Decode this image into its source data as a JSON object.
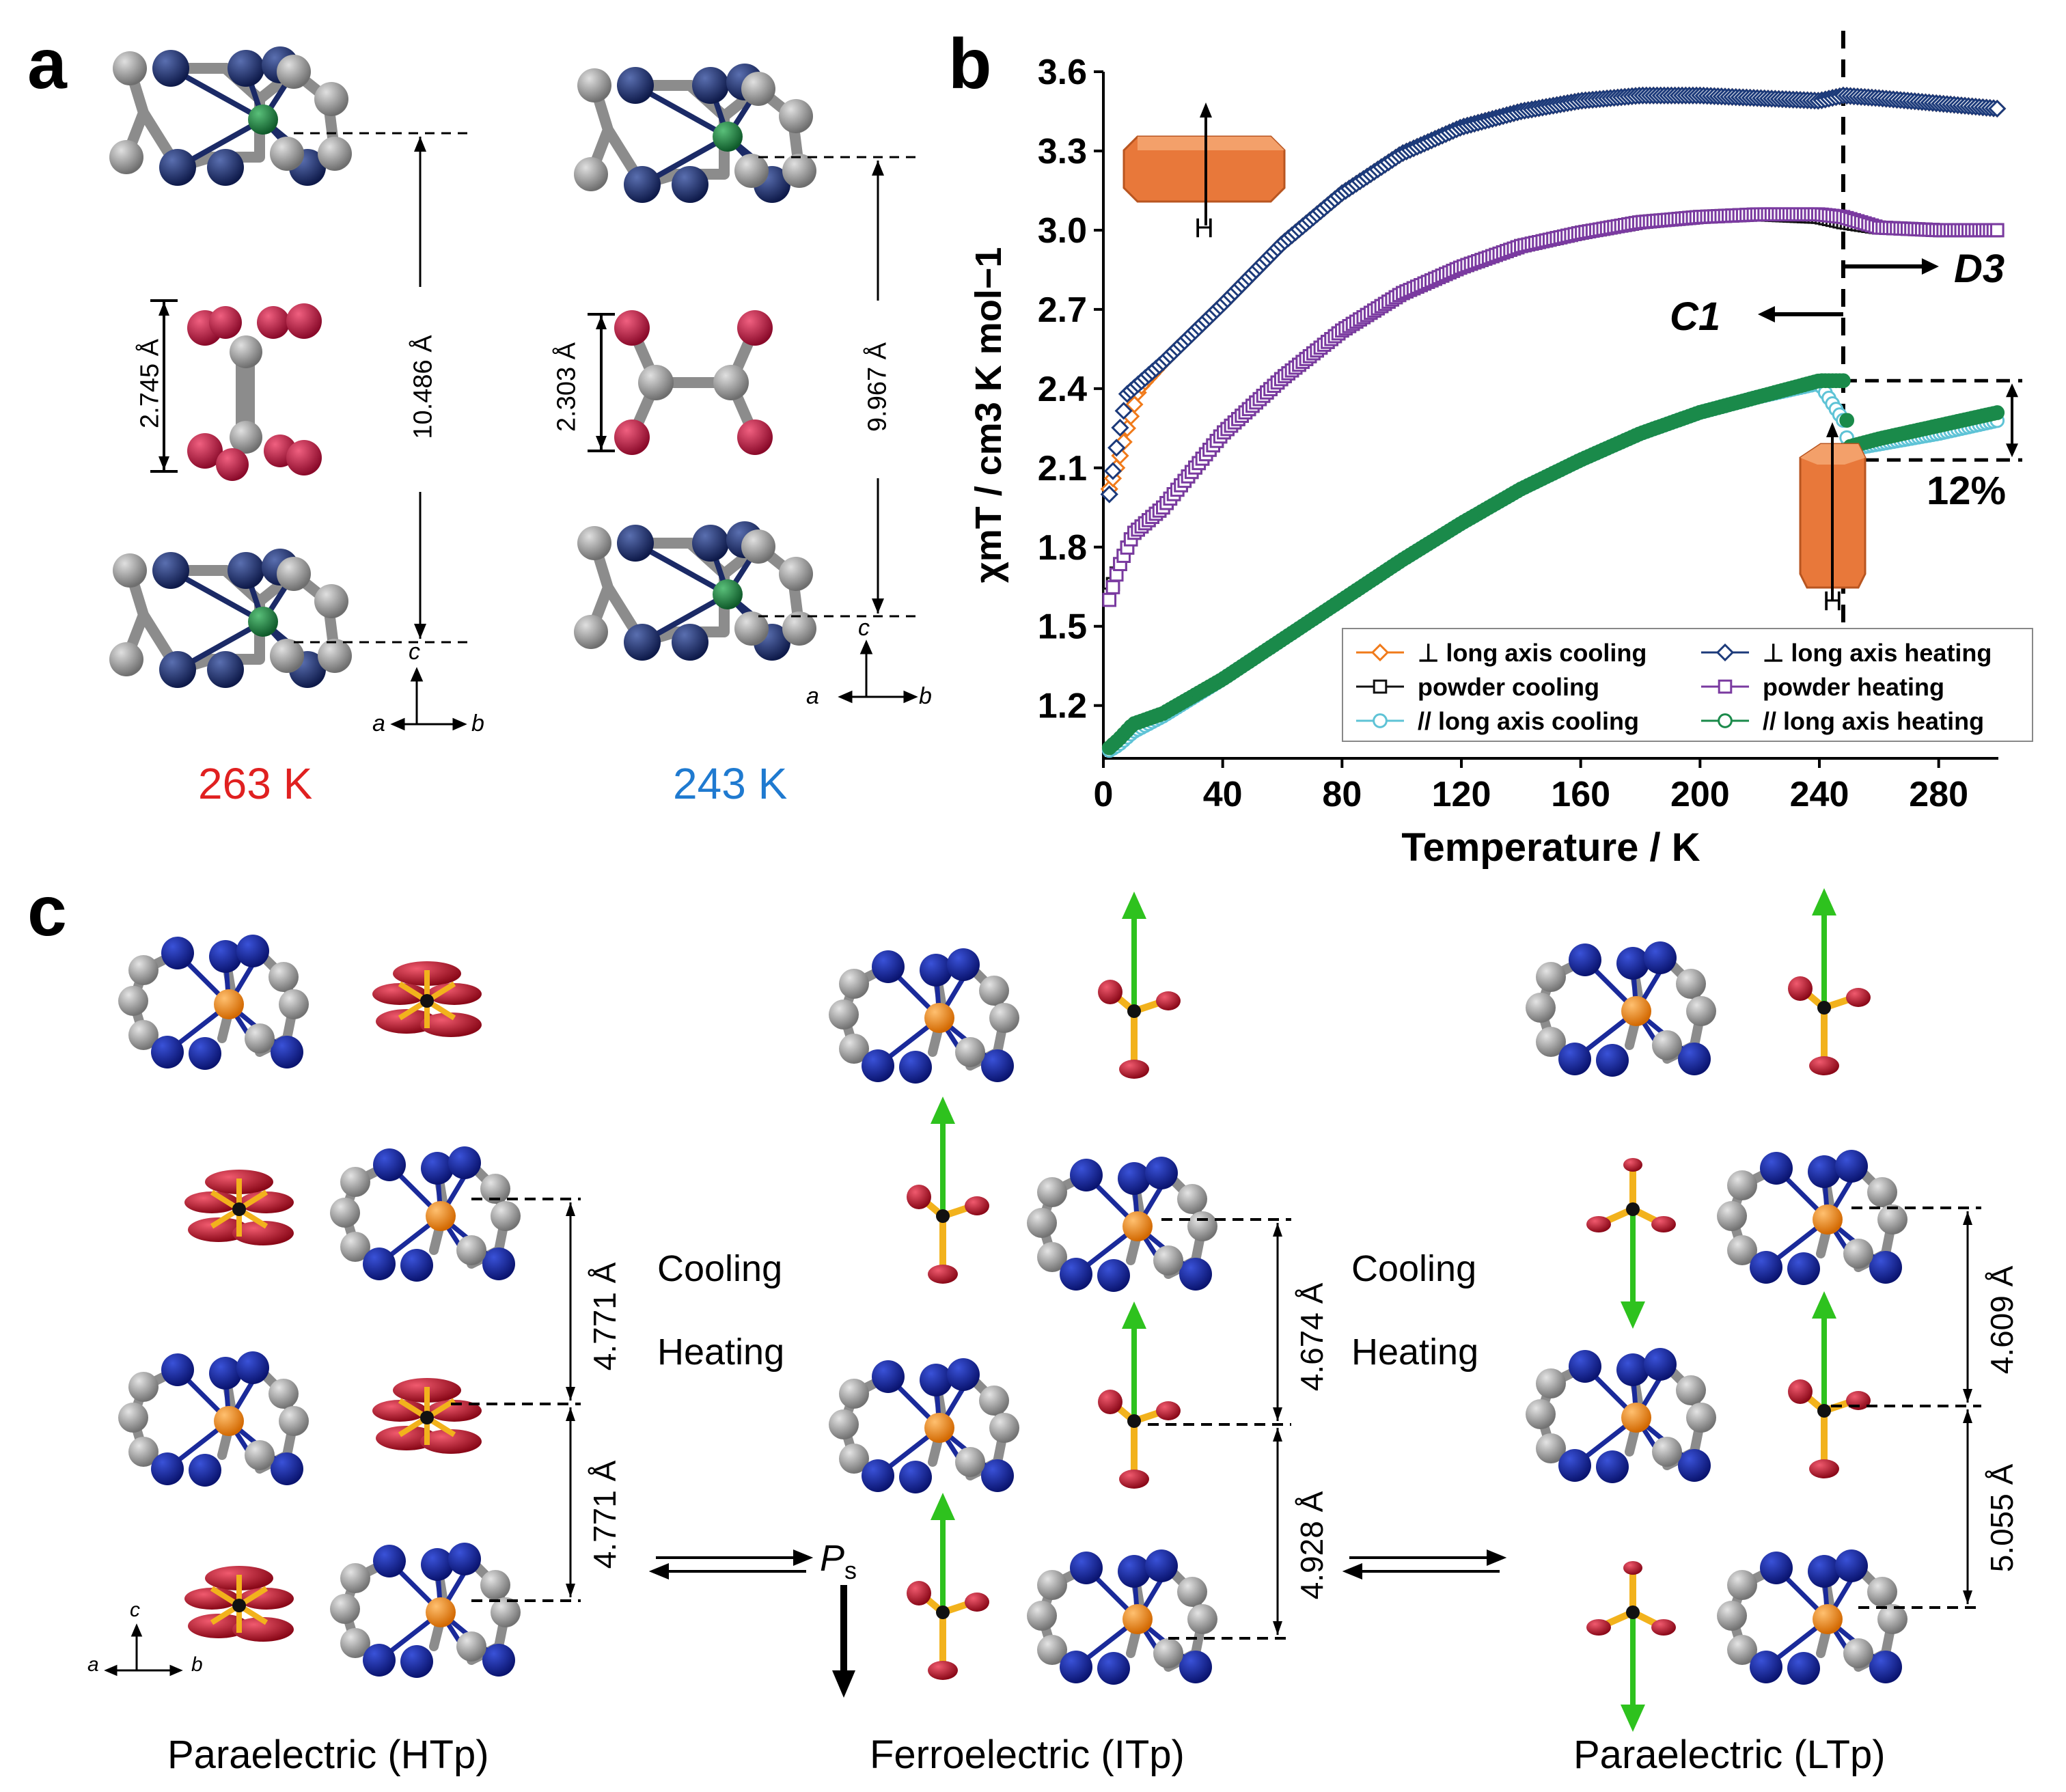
{
  "panels": {
    "a": {
      "letter": "a",
      "left": {
        "temperature": "263 K",
        "temperature_color": "#e02020",
        "cc_distance": "2.745 Å",
        "interlayer": "10.486 Å"
      },
      "right": {
        "temperature": "243 K",
        "temperature_color": "#1f7ad0",
        "cc_distance": "2.303 Å",
        "interlayer": "9.967 Å"
      },
      "axes": {
        "a": "a",
        "b": "b",
        "c": "c"
      }
    },
    "b": {
      "letter": "b",
      "annotations": {
        "c1": "C1",
        "d3": "D3",
        "drop": "12%",
        "field": "H"
      }
    },
    "c": {
      "letter": "c",
      "phases": [
        {
          "label": "Paraelectric (HTp)",
          "distances": [
            "4.771 Å",
            "4.771 Å"
          ]
        },
        {
          "label": "Ferroelectric (ITp)",
          "distances": [
            "4.674 Å",
            "4.928 Å"
          ]
        },
        {
          "label": "Paraelectric (LTp)",
          "distances": [
            "4.609 Å",
            "5.055 Å"
          ]
        }
      ],
      "transition_labels": {
        "cooling": "Cooling",
        "heating": "Heating"
      },
      "polarization": {
        "symbol": "P",
        "subscript": "s"
      },
      "axes": {
        "a": "a",
        "b": "b",
        "c": "c"
      }
    }
  },
  "colors": {
    "nitrogen": "#16245e",
    "carbon": "#8c8c8c",
    "metal_a": "#1f7a3a",
    "metal_c": "#f08a1c",
    "oxygen": "#c0143c",
    "sulfur": "#f2b21c",
    "polar_arrow": "#2ec21e"
  },
  "chart_data": {
    "type": "scatter",
    "xlabel": "Temperature / K",
    "ylabel": "χmT / cm3 K mol−1",
    "xlim": [
      0,
      300
    ],
    "ylim": [
      1.0,
      3.6
    ],
    "xticks": [
      0,
      40,
      80,
      120,
      160,
      200,
      240,
      280
    ],
    "yticks": [
      1.2,
      1.5,
      1.8,
      2.1,
      2.4,
      2.7,
      3.0,
      3.3,
      3.6
    ],
    "transition_temperature": 248,
    "legend_position": "bottom-right",
    "grid": false,
    "series": [
      {
        "name": "⊥ long axis cooling",
        "color": "#f07a1a",
        "marker": "diamond",
        "x": [
          2,
          5,
          8,
          12,
          20,
          40,
          60,
          80,
          100,
          120,
          140,
          160,
          180,
          200,
          220,
          240,
          248,
          260,
          280,
          300
        ],
        "y": [
          2.02,
          2.12,
          2.25,
          2.4,
          2.5,
          2.72,
          2.95,
          3.14,
          3.29,
          3.39,
          3.45,
          3.49,
          3.51,
          3.51,
          3.5,
          3.49,
          3.51,
          3.5,
          3.48,
          3.46
        ]
      },
      {
        "name": "⊥ long axis heating",
        "color": "#1c3a7a",
        "marker": "diamond",
        "x": [
          2,
          5,
          8,
          12,
          20,
          40,
          60,
          80,
          100,
          120,
          140,
          160,
          180,
          200,
          220,
          240,
          248,
          260,
          280,
          300
        ],
        "y": [
          2.0,
          2.22,
          2.38,
          2.42,
          2.5,
          2.72,
          2.95,
          3.14,
          3.29,
          3.39,
          3.45,
          3.49,
          3.51,
          3.51,
          3.5,
          3.49,
          3.51,
          3.5,
          3.48,
          3.46
        ]
      },
      {
        "name": "powder cooling",
        "color": "#111111",
        "marker": "square",
        "x": [
          2,
          5,
          10,
          20,
          40,
          60,
          80,
          100,
          120,
          140,
          160,
          180,
          200,
          220,
          240,
          248,
          260,
          280,
          300
        ],
        "y": [
          1.62,
          1.72,
          1.85,
          1.95,
          2.23,
          2.44,
          2.62,
          2.76,
          2.86,
          2.94,
          2.99,
          3.03,
          3.05,
          3.06,
          3.05,
          3.03,
          3.01,
          3.0,
          3.0
        ]
      },
      {
        "name": "powder heating",
        "color": "#7a3aa0",
        "marker": "square",
        "x": [
          2,
          5,
          10,
          20,
          40,
          60,
          80,
          100,
          120,
          140,
          160,
          180,
          200,
          220,
          240,
          248,
          260,
          280,
          300
        ],
        "y": [
          1.6,
          1.72,
          1.85,
          1.95,
          2.23,
          2.44,
          2.62,
          2.76,
          2.86,
          2.94,
          2.99,
          3.03,
          3.05,
          3.06,
          3.06,
          3.05,
          3.01,
          3.0,
          3.0
        ]
      },
      {
        "name": "// long axis cooling",
        "color": "#5ec3d6",
        "marker": "circle",
        "x": [
          2,
          5,
          10,
          20,
          40,
          60,
          80,
          100,
          120,
          140,
          160,
          180,
          200,
          220,
          240,
          248,
          250,
          260,
          280,
          300
        ],
        "y": [
          1.03,
          1.05,
          1.1,
          1.16,
          1.3,
          1.45,
          1.6,
          1.75,
          1.89,
          2.02,
          2.13,
          2.23,
          2.31,
          2.37,
          2.42,
          2.28,
          2.17,
          2.19,
          2.23,
          2.28
        ]
      },
      {
        "name": "// long axis heating",
        "color": "#1a8a4a",
        "marker": "circle",
        "x": [
          2,
          5,
          10,
          20,
          40,
          60,
          80,
          100,
          120,
          140,
          160,
          180,
          200,
          220,
          240,
          248,
          250,
          260,
          280,
          300
        ],
        "y": [
          1.04,
          1.07,
          1.13,
          1.17,
          1.3,
          1.45,
          1.6,
          1.75,
          1.89,
          2.02,
          2.13,
          2.23,
          2.31,
          2.37,
          2.43,
          2.43,
          2.18,
          2.21,
          2.26,
          2.31
        ]
      }
    ]
  }
}
